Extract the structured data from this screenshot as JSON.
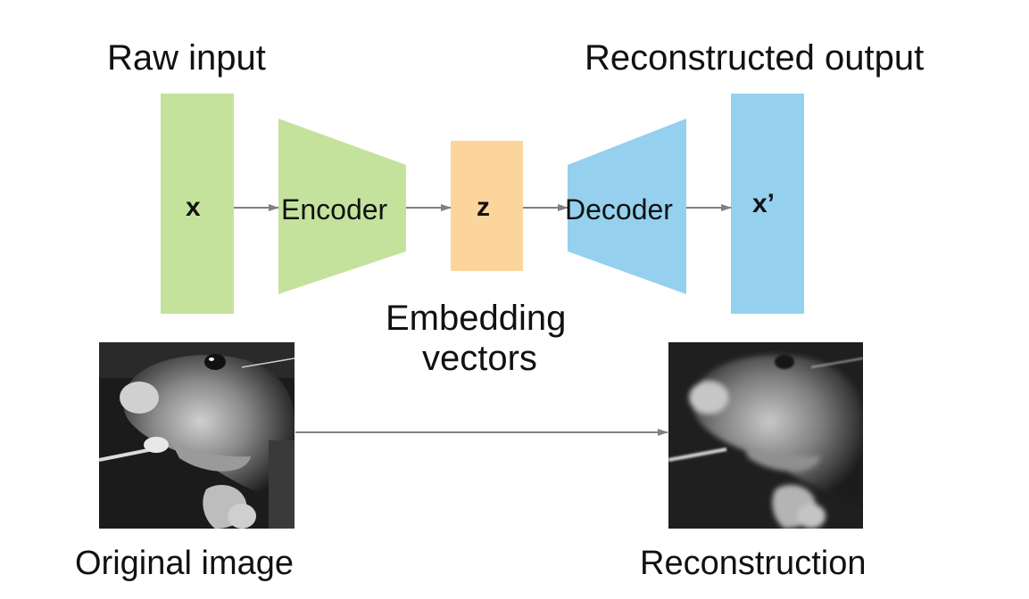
{
  "labels": {
    "raw_input": "Raw input",
    "reconstructed_output": "Reconstructed output",
    "embedding_line1": "Embedding",
    "embedding_line2": "vectors",
    "original_image": "Original image",
    "reconstruction": "Reconstruction"
  },
  "nodes": {
    "x": "x",
    "encoder": "Encoder",
    "z": "z",
    "decoder": "Decoder",
    "x_prime": "x’"
  },
  "colors": {
    "green": "#c5e29d",
    "orange": "#fcd59d",
    "blue": "#95d1ee",
    "arrow": "#808080",
    "text": "#111111"
  },
  "images": {
    "original": "mouse-photo-original",
    "reconstruction": "mouse-photo-reconstruction"
  }
}
